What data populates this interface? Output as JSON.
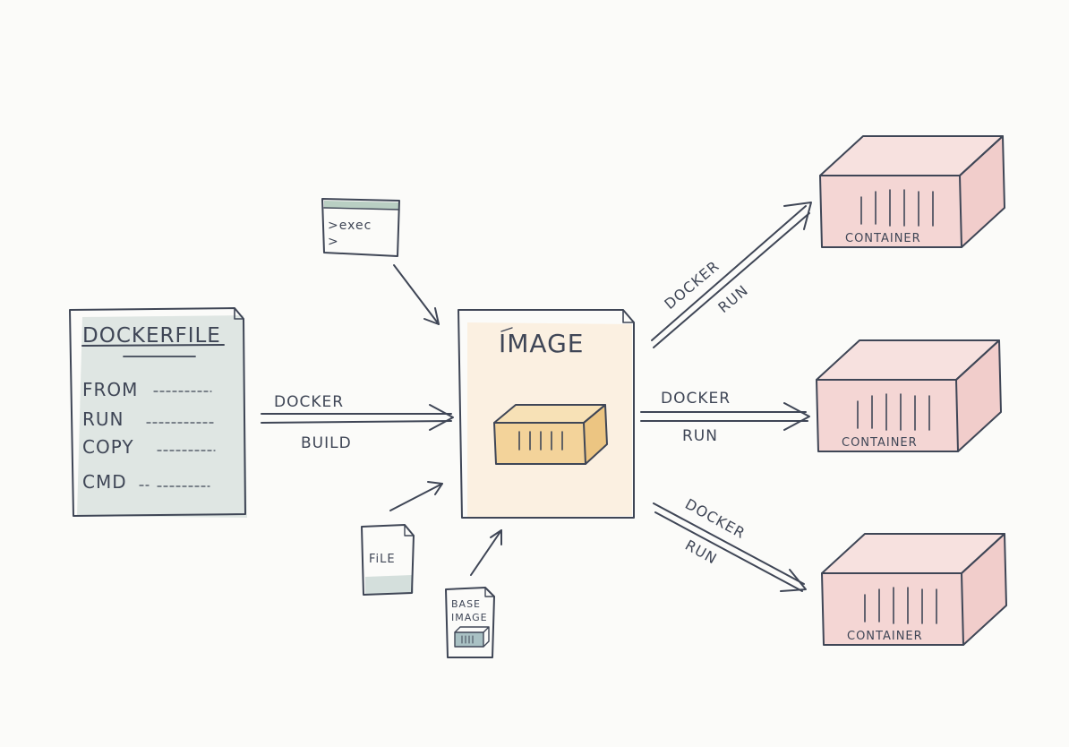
{
  "dockerfile": {
    "title": "DOCKERFILE",
    "instructions": [
      "FROM",
      "RUN",
      "COPY",
      "CMD"
    ]
  },
  "terminal": {
    "line1": ">exec",
    "line2": ">"
  },
  "file": {
    "label": "FiLE"
  },
  "base_image": {
    "line1": "BASE",
    "line2": "IMAGE"
  },
  "image": {
    "title": "IMAGE"
  },
  "build_arrow": {
    "top": "DOCKER",
    "bottom": "BUILD"
  },
  "run_arrows": [
    {
      "top": "DOCKER",
      "bottom": "RUN"
    },
    {
      "top": "DOCKER",
      "bottom": "RUN"
    },
    {
      "top": "DOCKER",
      "bottom": "RUN"
    }
  ],
  "containers": [
    {
      "label": "CONTAINER"
    },
    {
      "label": "CONTAINER"
    },
    {
      "label": "CONTAINER"
    }
  ],
  "colors": {
    "ink": "#3f4656",
    "dockerfile_shade": "#c9d6d2",
    "file_shade": "#cbd8d4",
    "terminal_bar": "#b9cfc3",
    "image_wash": "#fbeede",
    "image_box": "#f3d39a",
    "container_fill": "#f2cfce",
    "base_box": "#a9c1c4"
  }
}
